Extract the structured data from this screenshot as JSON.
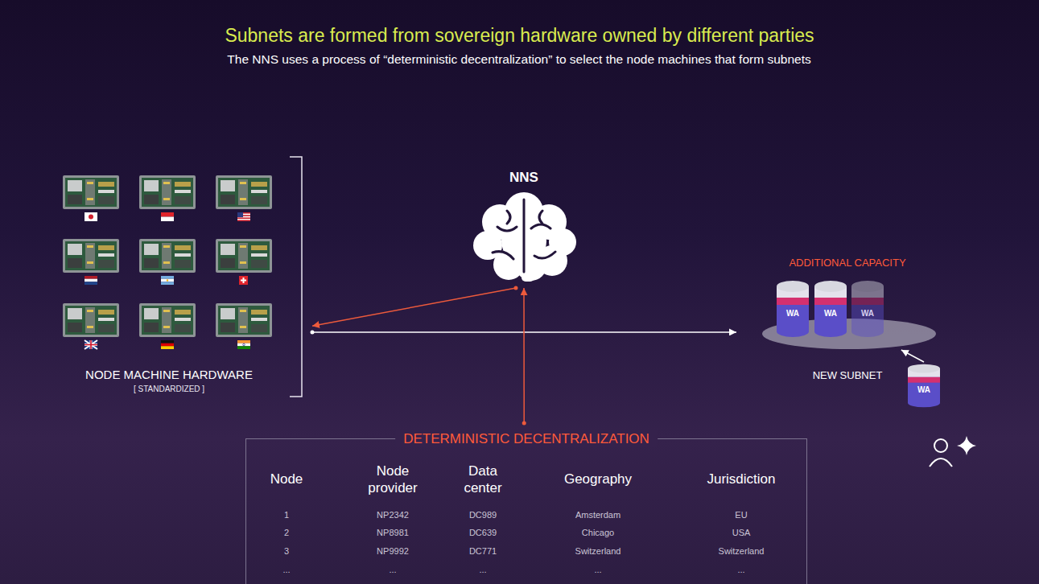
{
  "diagram": {
    "title": "Subnets are formed from sovereign hardware owned by different parties",
    "nodes": [
      {
        "text": [
          "NODE MACHINE HARDWARE",
          "[ STANDARDIZED ]"
        ]
      },
      {
        "text": [
          "NNS"
        ]
      },
      {
        "text": [
          "ADDITIONAL CAPACITY",
          "NEW SUBNET"
        ]
      },
      {
        "text": [
          "WA"
        ],
        "in": 2
      },
      {
        "text": [
          "WA"
        ],
        "in": 2
      },
      {
        "text": [
          "WA"
        ],
        "in": 2
      },
      {
        "text": [
          "WA"
        ]
      },
      {
        "text": [
          "DETERMINISTIC DECENTRALIZATION"
        ]
      }
    ],
    "edges": [
      {
        "from": 1,
        "to": 0,
        "arrow": "to"
      },
      {
        "from": 0,
        "to": 2,
        "arrow": "to"
      },
      {
        "from": 7,
        "to": 1,
        "arrow": "to"
      },
      {
        "from": 6,
        "to": 2,
        "arrow": "to"
      }
    ],
    "labels": [
      "The NNS uses a process of “deterministic decentralization” to select the node machines that form subnets",
      "Node",
      "Node provider",
      "Data center",
      "Geography",
      "Jurisdiction",
      "1",
      "NP2342",
      "DC989",
      "Amsterdam",
      "EU",
      "2",
      "NP8981",
      "DC639",
      "Chicago",
      "USA",
      "3",
      "NP9992",
      "DC771",
      "Switzerland",
      "Switzerland",
      "...",
      "...",
      "...",
      "...",
      "..."
    ]
  }
}
